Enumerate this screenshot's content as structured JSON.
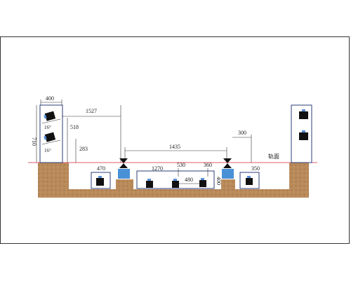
{
  "diagram": {
    "dimensions": {
      "post_width": "400",
      "post_height": "710",
      "upper_mount_height": "518",
      "lower_mount_height": "283",
      "left_offset": "1527",
      "track_gauge": "1435",
      "right_offset": "300",
      "pit_left_width": "470",
      "center_pit_width": "1270",
      "center_inner": "530",
      "center_right": "360",
      "center_camera_spacing": "480",
      "pit_depth": "400",
      "pit_right_width": "350"
    },
    "angles": {
      "upper": "16°",
      "lower": "16°"
    },
    "labels": {
      "rail_surface": "轨面"
    },
    "colors": {
      "ground": "#b98a5a",
      "rail_line": "#e05a6a",
      "post": "#2b3e7a",
      "camera_body": "#111111",
      "camera_lens": "#5a8fd8",
      "rail_block": "#4a90d6"
    }
  }
}
